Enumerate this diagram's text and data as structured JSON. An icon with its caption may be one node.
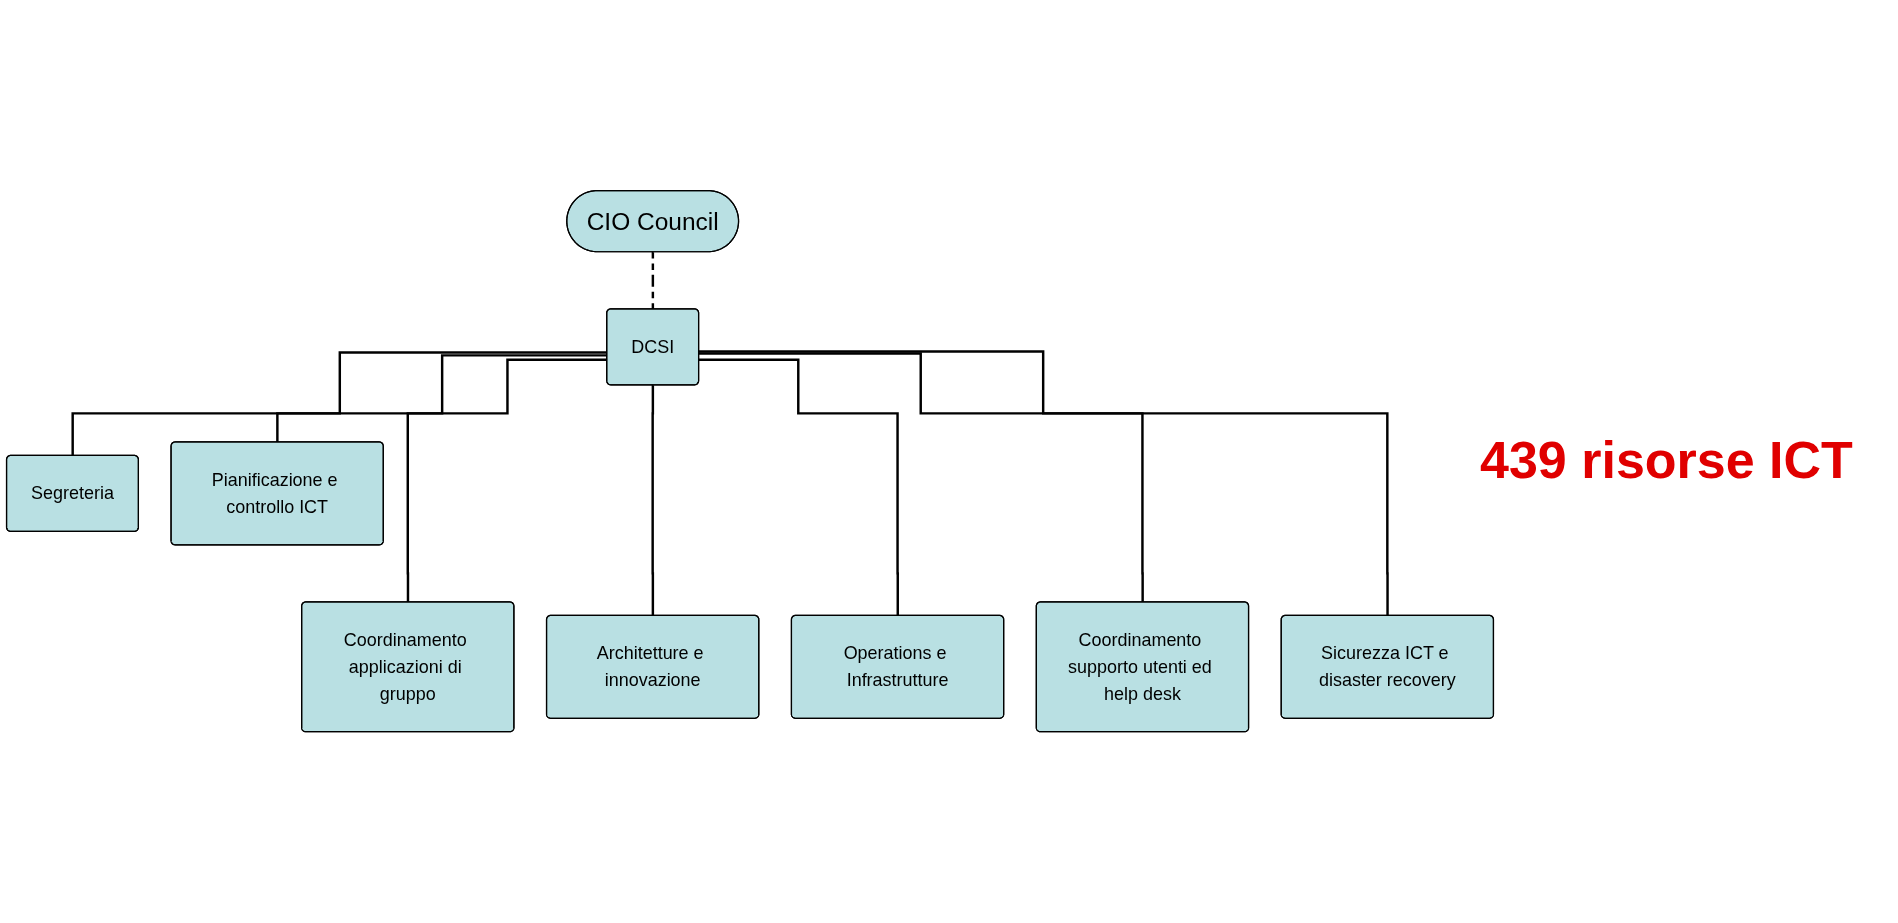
{
  "diagram": {
    "nodes": [
      {
        "text": [
          "DCSI"
        ]
      },
      {
        "text": [
          "Segreteria"
        ]
      },
      {
        "text": [
          "Pianificazione e controllo ICT"
        ]
      },
      {
        "text": [
          "Coordinamento applicazioni di gruppo"
        ]
      },
      {
        "text": [
          "Architetture e innovazione"
        ]
      },
      {
        "text": [
          "Operations e Infrastrutture"
        ]
      },
      {
        "text": [
          "Coordinamento supporto utenti ed help desk"
        ]
      },
      {
        "text": [
          "Sicurezza ICT e disaster recovery"
        ]
      },
      {
        "text": [
          "CIO Council"
        ]
      }
    ],
    "edges": [
      {
        "from": 0,
        "to": 1,
        "arrow": "none"
      },
      {
        "from": 0,
        "to": 2,
        "arrow": "none"
      },
      {
        "from": 0,
        "to": 3,
        "arrow": "none"
      },
      {
        "from": 0,
        "to": 4,
        "arrow": "none"
      },
      {
        "from": 0,
        "to": 5,
        "arrow": "none"
      },
      {
        "from": 0,
        "to": 6,
        "arrow": "none"
      },
      {
        "from": 0,
        "to": 7,
        "arrow": "none"
      },
      {
        "from": 8,
        "to": 0,
        "arrow": "none",
        "style": "dashed"
      }
    ],
    "labels": [
      "439 risorse ICT"
    ]
  }
}
